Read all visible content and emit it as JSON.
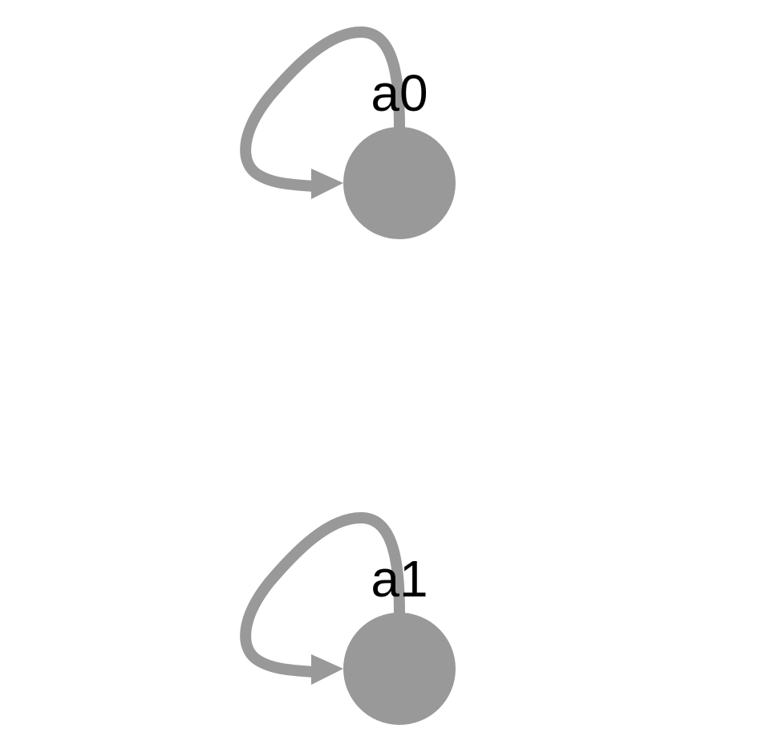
{
  "colors": {
    "node": "#999999",
    "edge": "#999999",
    "label": "#000000",
    "background": "#ffffff"
  },
  "nodes": [
    {
      "id": "a0",
      "label": "a0"
    },
    {
      "id": "a1",
      "label": "a1"
    }
  ],
  "edges": [
    {
      "source": "a0",
      "target": "a0",
      "directed": true
    },
    {
      "source": "a1",
      "target": "a1",
      "directed": true
    }
  ]
}
